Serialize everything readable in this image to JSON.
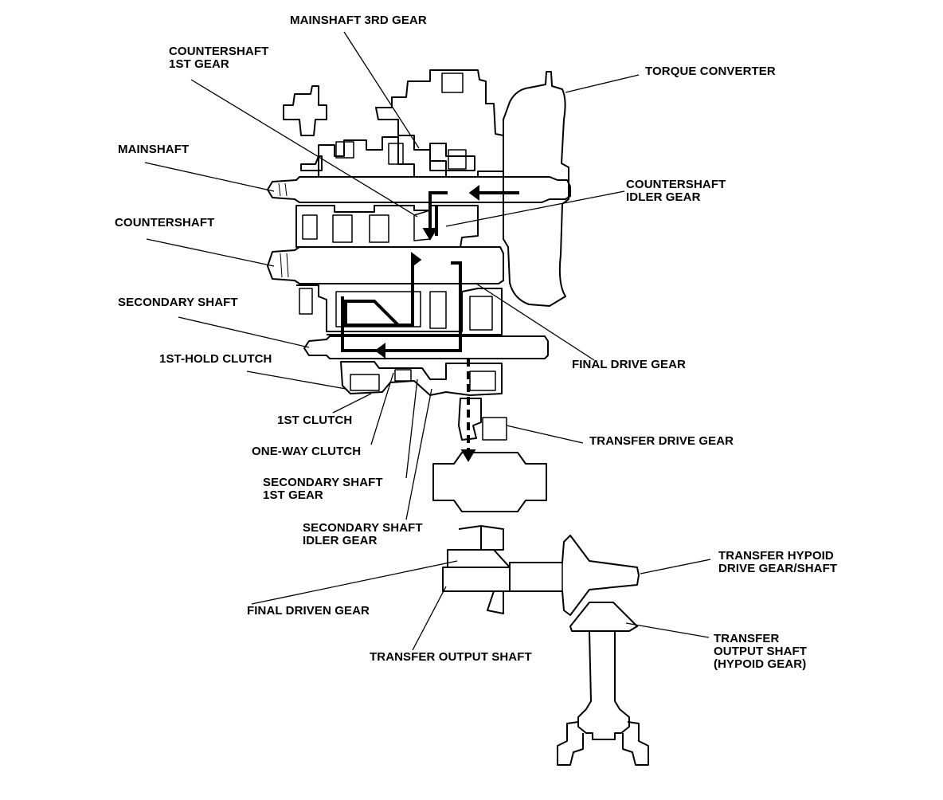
{
  "labels": {
    "mainshaft_3rd_gear": "MAINSHAFT 3RD GEAR",
    "countershaft_1st_gear": "COUNTERSHAFT\n1ST GEAR",
    "torque_converter": "TORQUE CONVERTER",
    "mainshaft": "MAINSHAFT",
    "countershaft_idler_gear": "COUNTERSHAFT\nIDLER GEAR",
    "countershaft": "COUNTERSHAFT",
    "secondary_shaft": "SECONDARY SHAFT",
    "final_drive_gear": "FINAL DRIVE GEAR",
    "first_hold_clutch": "1ST-HOLD CLUTCH",
    "first_clutch": "1ST CLUTCH",
    "transfer_drive_gear": "TRANSFER DRIVE GEAR",
    "one_way_clutch": "ONE-WAY CLUTCH",
    "secondary_shaft_1st_gear": "SECONDARY SHAFT\n1ST GEAR",
    "secondary_shaft_idler_gear": "SECONDARY SHAFT\nIDLER GEAR",
    "transfer_hypoid_drive_gear_shaft": "TRANSFER HYPOID\nDRIVE GEAR/SHAFT",
    "final_driven_gear": "FINAL DRIVEN GEAR",
    "transfer_output_shaft_hypoid_gear": "TRANSFER\nOUTPUT SHAFT\n(HYPOID GEAR)",
    "transfer_output_shaft": "TRANSFER OUTPUT SHAFT"
  },
  "colors": {
    "line": "#000000",
    "background": "#ffffff"
  }
}
